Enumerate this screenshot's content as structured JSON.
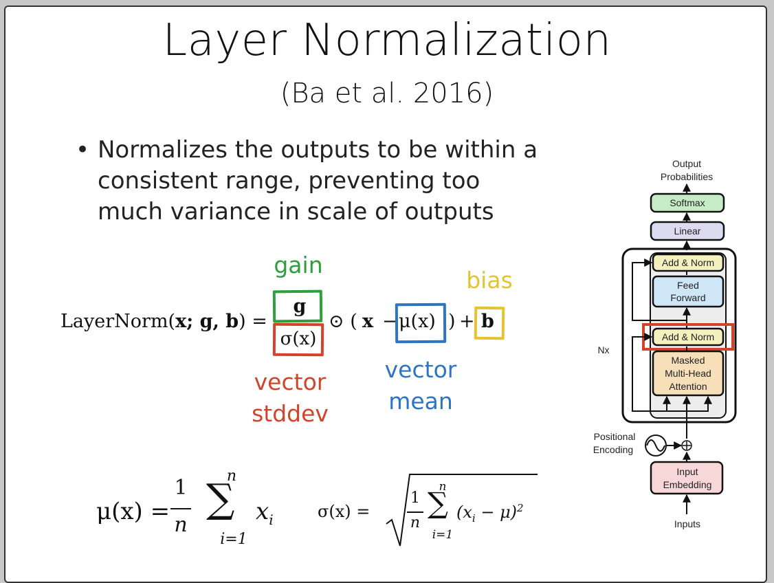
{
  "slide": {
    "title": "Layer Normalization",
    "subtitle": "(Ba et al. 2016)",
    "bullet_symbol": "•",
    "bullet": "Normalizes the outputs to be within a consistent range, preventing too much variance in scale of outputs"
  },
  "formula": {
    "lhs": "LayerNorm(",
    "x": "x",
    "semicolon": "; ",
    "g": "g",
    "comma": ", ",
    "b": "b",
    "close_eq": ") =",
    "numerator": "g",
    "denominator": "σ(x)",
    "odot": "⊙ (",
    "x2": "x",
    "minus": "−",
    "mu": "μ(x)",
    "close": ")",
    "plus": "+",
    "bias_b": "b"
  },
  "annotations": {
    "gain": "gain",
    "bias": "bias",
    "vector_stddev_1": "vector",
    "vector_stddev_2": "stddev",
    "vector_mean_1": "vector",
    "vector_mean_2": "mean"
  },
  "colors": {
    "gain": "#2e9e3e",
    "bias": "#e3c430",
    "stddev": "#d2432c",
    "mean": "#2d74c2"
  },
  "mean_formula": {
    "lhs": "μ(x) =",
    "one": "1",
    "n": "n",
    "upper": "n",
    "lower": "i=1",
    "term": "x",
    "sub": "i"
  },
  "std_formula": {
    "lhs": "σ(x) =",
    "one": "1",
    "n": "n",
    "upper": "n",
    "lower": "i=1",
    "term": "(x",
    "sub": "i",
    "rest": " − μ)",
    "sup": "2"
  },
  "diagram": {
    "output_1": "Output",
    "output_2": "Probabilities",
    "softmax": "Softmax",
    "linear": "Linear",
    "add_norm_top": "Add & Norm",
    "feed_1": "Feed",
    "feed_2": "Forward",
    "add_norm_bottom": "Add & Norm",
    "mha_1": "Masked",
    "mha_2": "Multi-Head",
    "mha_3": "Attention",
    "nx": "Nx",
    "pos_1": "Positional",
    "pos_2": "Encoding",
    "emb_1": "Input",
    "emb_2": "Embedding",
    "inputs": "Inputs"
  }
}
